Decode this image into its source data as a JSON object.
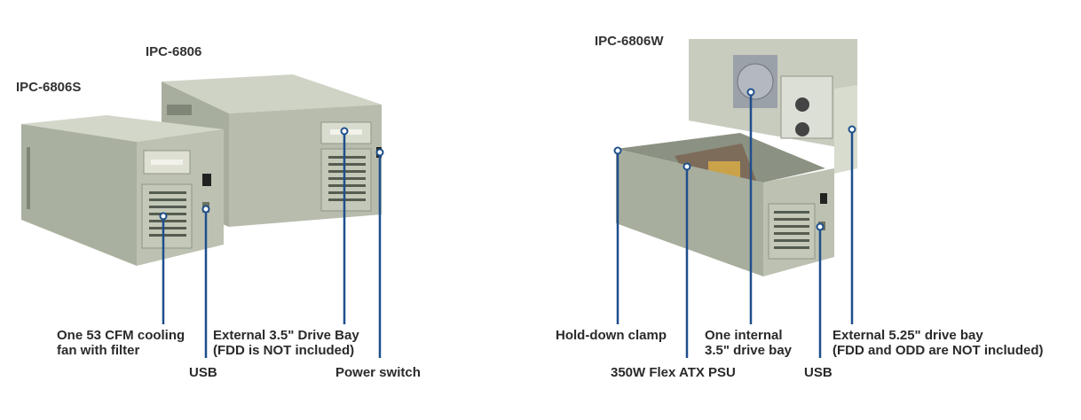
{
  "models": {
    "ipc6806s": "IPC-6806S",
    "ipc6806": "IPC-6806",
    "ipc6806w": "IPC-6806W"
  },
  "callouts": {
    "fan_line1": "One 53 CFM cooling",
    "fan_line2": "fan with filter",
    "usb_left": "USB",
    "drive35_line1": "External 3.5\" Drive Bay",
    "drive35_line2": "(FDD is NOT included)",
    "power_switch": "Power switch",
    "hold_down": "Hold-down clamp",
    "psu": "350W Flex ATX PSU",
    "internal_line1": "One internal",
    "internal_line2": "3.5\" drive bay",
    "usb_right": "USB",
    "drive525_line1": "External 5.25\" drive bay",
    "drive525_line2": "(FDD and ODD are NOT included)"
  },
  "colors": {
    "chassis": "#b9bfb0",
    "chassis_dark": "#8f9687",
    "leader": "#1e4f8c",
    "text": "#2a2a2a"
  }
}
